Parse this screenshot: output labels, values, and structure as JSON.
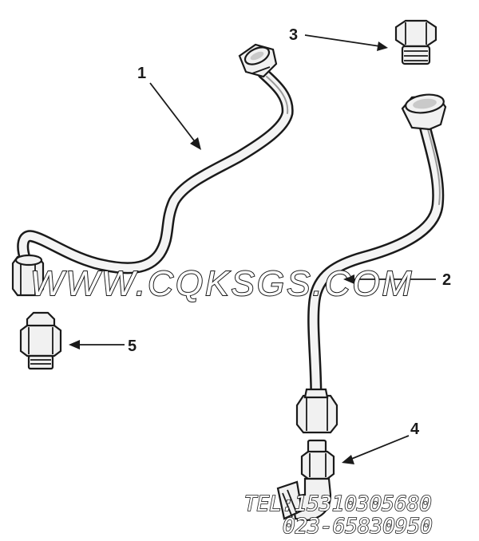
{
  "callouts": {
    "c1": "1",
    "c2": "2",
    "c3": "3",
    "c4": "4",
    "c5": "5"
  },
  "watermark": {
    "site": "WWW.CQKSGS.COM",
    "tel": "TEL:15310305680",
    "phone": "023-65830950"
  },
  "colors": {
    "ink": "#1a1a1a",
    "background": "#ffffff"
  }
}
